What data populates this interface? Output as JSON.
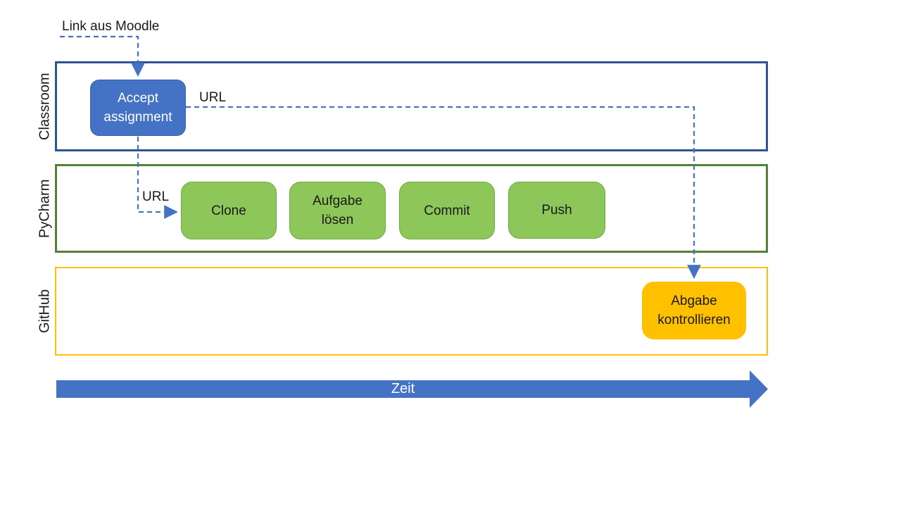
{
  "diagram": {
    "annotations": {
      "moodle_link": "Link aus Moodle",
      "url_top": "URL",
      "url_pycharm": "URL"
    },
    "lanes": [
      {
        "id": "classroom",
        "label": "Classroom"
      },
      {
        "id": "pycharm",
        "label": "PyCharm"
      },
      {
        "id": "github",
        "label": "GitHub"
      }
    ],
    "nodes": {
      "accept": {
        "label": "Accept\nassignment"
      },
      "clone": {
        "label": "Clone"
      },
      "aufgabe": {
        "label": "Aufgabe\nlösen"
      },
      "commit": {
        "label": "Commit"
      },
      "push": {
        "label": "Push"
      },
      "abgabe": {
        "label": "Abgabe\nkontrollieren"
      }
    },
    "timeline": {
      "label": "Zeit"
    }
  },
  "colors": {
    "accent_blue": "#4472C4",
    "lane_classroom_border": "#2E5496",
    "lane_pycharm_border": "#538135",
    "lane_github_border": "#FFC000",
    "node_blue_fill": "#4472C4",
    "node_blue_border": "#3A62AC",
    "node_green_fill": "#8DC75A",
    "node_green_border": "#6FA83F",
    "node_orange_fill": "#FFC000",
    "text_dark": "#1A1A1A",
    "text_light": "#FFFFFF"
  }
}
